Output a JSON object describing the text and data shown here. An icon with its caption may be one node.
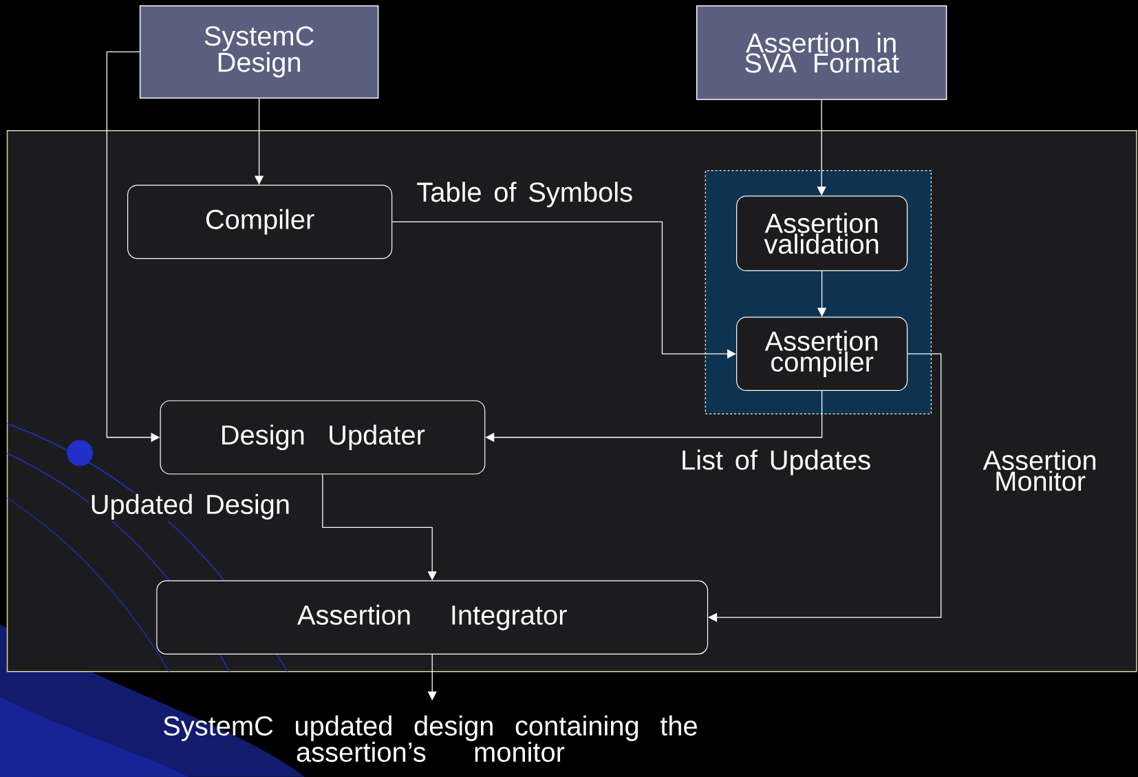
{
  "diagram": {
    "nodes": [
      {
        "text": [
          "SystemC Design"
        ]
      },
      {
        "text": [
          "Assertion in SVA Format"
        ]
      },
      {
        "text": [
          "Assertion Monitor"
        ]
      },
      {
        "text": [
          "Compiler"
        ],
        "in": 2
      },
      {
        "text": [],
        "shape": "box",
        "in": 2
      },
      {
        "text": [
          "Assertion validation"
        ],
        "in": 4
      },
      {
        "text": [
          "Assertion compiler"
        ],
        "in": 4
      },
      {
        "text": [
          "Design Updater"
        ],
        "in": 2
      },
      {
        "text": [
          "Assertion Integrator"
        ],
        "in": 2
      },
      {
        "text": [
          "SystemC updated design containing the assertion’s monitor"
        ]
      }
    ],
    "edges": [
      {
        "from": 0,
        "to": 3,
        "arrow": "to"
      },
      {
        "from": 0,
        "to": 7,
        "arrow": "to"
      },
      {
        "from": 1,
        "to": 5,
        "arrow": "to"
      },
      {
        "from": 3,
        "to": 6,
        "arrow": "to",
        "label": "Table of Symbols"
      },
      {
        "from": 5,
        "to": 6,
        "arrow": "to"
      },
      {
        "from": 6,
        "to": 7,
        "arrow": "to",
        "label": "List of Updates"
      },
      {
        "from": 7,
        "to": 8,
        "arrow": "to",
        "label": "Updated Design"
      },
      {
        "from": 6,
        "to": 8,
        "arrow": "to"
      },
      {
        "from": 8,
        "to": 9,
        "arrow": "to"
      }
    ]
  }
}
